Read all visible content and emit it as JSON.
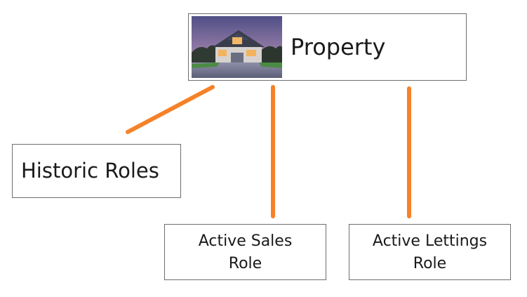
{
  "nodes": {
    "property": {
      "label": "Property"
    },
    "historic_roles": {
      "label": "Historic Roles"
    },
    "active_sales_role": {
      "label_lines": [
        "Active Sales",
        "Role"
      ]
    },
    "active_lettings_role": {
      "label_lines": [
        "Active Lettings",
        "Role"
      ]
    }
  },
  "colors": {
    "connector": "#f5822a",
    "node_border": "#6e6e6e"
  }
}
